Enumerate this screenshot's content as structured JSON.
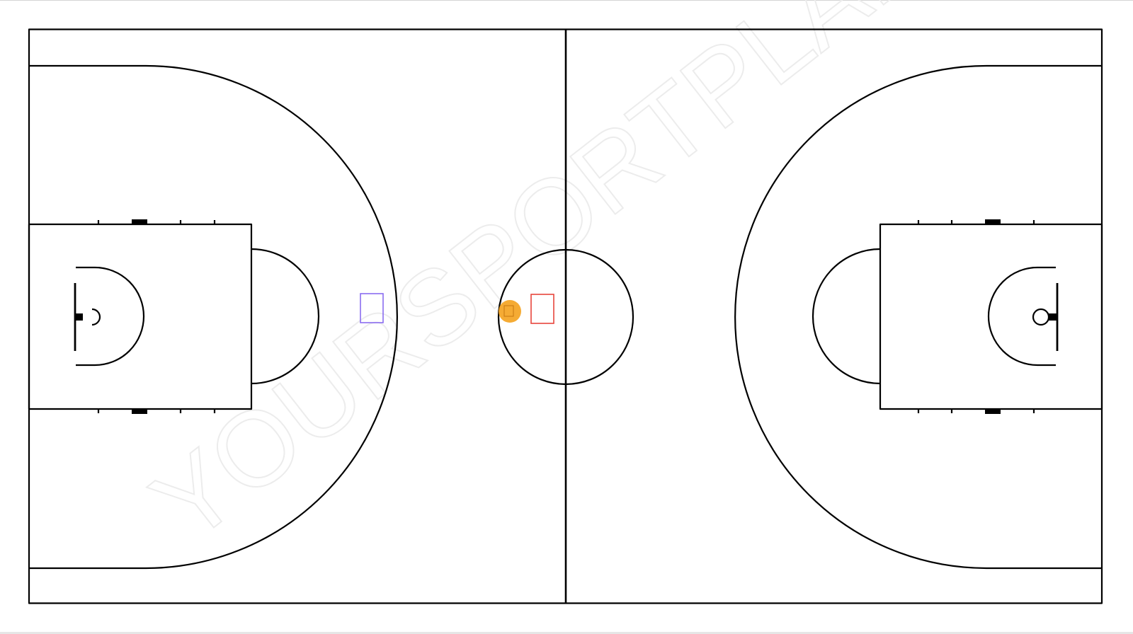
{
  "app": {
    "watermark_text": "YOURSPORTPLANNER"
  },
  "court": {
    "surface_color": "#ffffff",
    "line_color": "#000000"
  },
  "pieces": [
    {
      "kind": "cone",
      "color": "#8a6df0",
      "icon": "square-marker-icon"
    },
    {
      "kind": "ball",
      "color": "#f4a21e",
      "icon": "basketball-icon"
    },
    {
      "kind": "cone",
      "color": "#e8453c",
      "icon": "square-marker-icon"
    }
  ]
}
